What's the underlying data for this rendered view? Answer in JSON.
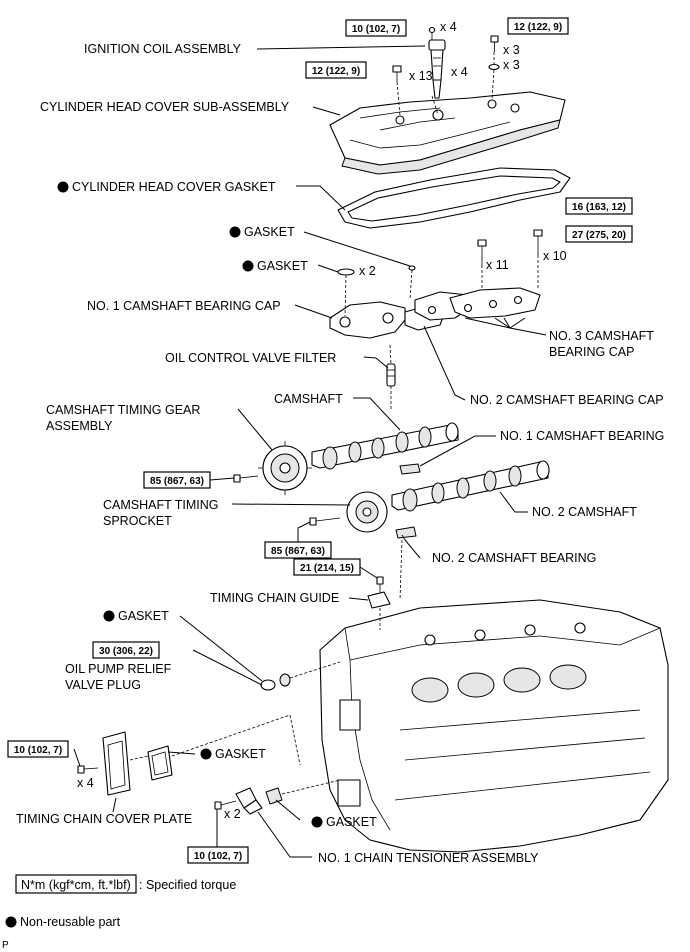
{
  "labels": {
    "ignition_coil": "IGNITION COIL ASSEMBLY",
    "cylinder_head_cover": "CYLINDER HEAD COVER SUB-ASSEMBLY",
    "cylinder_head_cover_gasket": "CYLINDER HEAD COVER GASKET",
    "gasket": "GASKET",
    "no1_camshaft_bearing_cap": "NO. 1 CAMSHAFT BEARING CAP",
    "no3_camshaft_bearing_cap_line1": "NO. 3 CAMSHAFT",
    "no3_camshaft_bearing_cap_line2": "BEARING CAP",
    "oil_control_valve_filter": "OIL CONTROL VALVE FILTER",
    "no2_camshaft_bearing_cap": "NO. 2 CAMSHAFT BEARING CAP",
    "camshaft_timing_gear_line1": "CAMSHAFT TIMING GEAR",
    "camshaft_timing_gear_line2": "ASSEMBLY",
    "camshaft": "CAMSHAFT",
    "no1_camshaft_bearing": "NO. 1 CAMSHAFT BEARING",
    "camshaft_timing_sprocket_line1": "CAMSHAFT TIMING",
    "camshaft_timing_sprocket_line2": "SPROCKET",
    "no2_camshaft": "NO. 2 CAMSHAFT",
    "no2_camshaft_bearing": "NO. 2 CAMSHAFT BEARING",
    "timing_chain_guide": "TIMING CHAIN GUIDE",
    "oil_pump_relief_line1": "OIL PUMP RELIEF",
    "oil_pump_relief_line2": "VALVE PLUG",
    "timing_chain_cover_plate": "TIMING CHAIN COVER PLATE",
    "no1_chain_tensioner": "NO. 1 CHAIN TENSIONER ASSEMBLY"
  },
  "torques": {
    "t_coil": "10 (102, 7)",
    "t_cover_nut": "12 (122, 9)",
    "t_cover_bolt": "12 (122, 9)",
    "t_cap16": "16 (163, 12)",
    "t_cap27": "27 (275, 20)",
    "t_gear": "85 (867, 63)",
    "t_sprocket": "85 (867, 63)",
    "t_guide": "21 (214, 15)",
    "t_relief": "30 (306, 22)",
    "t_plate": "10 (102, 7)",
    "t_tensioner": "10 (102, 7)"
  },
  "quantities": {
    "q_coil_bolt": "x 4",
    "q_coil": "x 4",
    "q_nut": "x 3",
    "q_washer": "x 3",
    "q_cover_bolt": "x 13",
    "q_gasket": "x 2",
    "q_cap16": "x 11",
    "q_cap27": "x 10",
    "q_plate": "x 4",
    "q_tensioner": "x 2"
  },
  "legend": {
    "torque_units": "N*m (kgf*cm, ft.*lbf)",
    "torque_desc": ": Specified torque",
    "nonreusable": "Non-reusable part"
  },
  "corner_mark": "P"
}
